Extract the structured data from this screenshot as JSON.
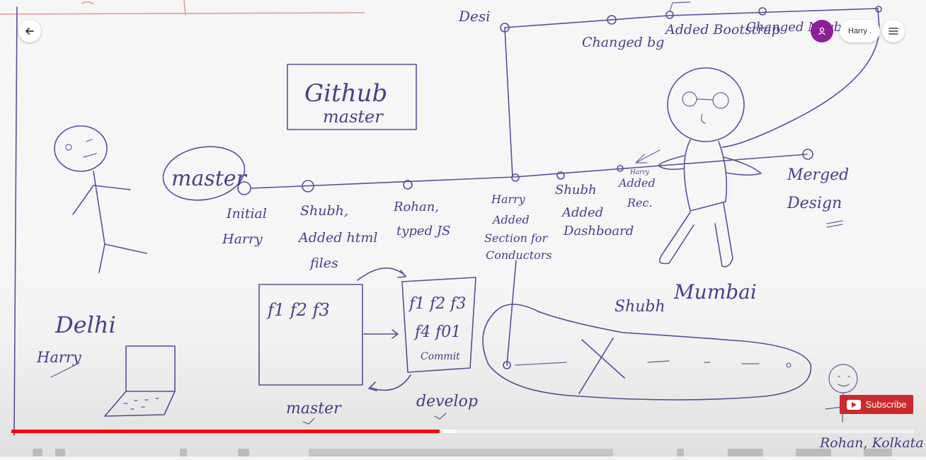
{
  "player": {
    "user_name": "Harry .",
    "subscribe_label": "Subscribe",
    "progress": 0.474,
    "buffered": 0.492
  },
  "icons": {
    "back": "arrow-left-icon",
    "avatar": "account-icon",
    "menu": "hamburger-menu-icon",
    "subscribe": "youtube-logo-icon"
  },
  "colors": {
    "played": "#ff0000",
    "subscribe_bg": "#cc2a2a",
    "avatar_bg": "#8e1f9a",
    "ink": "#5b4f9a"
  },
  "whiteboard": {
    "github_box": {
      "line1": "Github",
      "line2": "master"
    },
    "master_label": "master",
    "desi_label": "Desi",
    "commits_top": [
      "Changed bg",
      "Added Bootstrap",
      "Changed Navbar"
    ],
    "commits_master": [
      {
        "line1": "Initial",
        "line2": "Harry"
      },
      {
        "line1": "Shubh,",
        "line2": "Added html",
        "line3": "files"
      },
      {
        "line1": "Rohan,",
        "line2": "typed JS"
      },
      {
        "line1": "Harry",
        "line2": "Added",
        "line3": "Section for",
        "line4": "Conductors"
      },
      {
        "line1": "Shubh",
        "line2": "Added",
        "line3": "Dashboard"
      },
      {
        "line1": "Harry",
        "line2": "Added",
        "line3": "Rec."
      }
    ],
    "merged": {
      "line1": "Merged",
      "line2": "Design"
    },
    "left_place": "Delhi",
    "left_person": "Harry",
    "files_box": "f1 f2 f3",
    "files_box_label": "master",
    "develop_box": {
      "line1": "f1 f2 f3",
      "line2": "f4 f01",
      "line3": "Commit"
    },
    "develop_label": "develop",
    "right_place": "Mumbai",
    "right_person": "Shubh",
    "bottom_right": "Rohan, Kolkata"
  }
}
